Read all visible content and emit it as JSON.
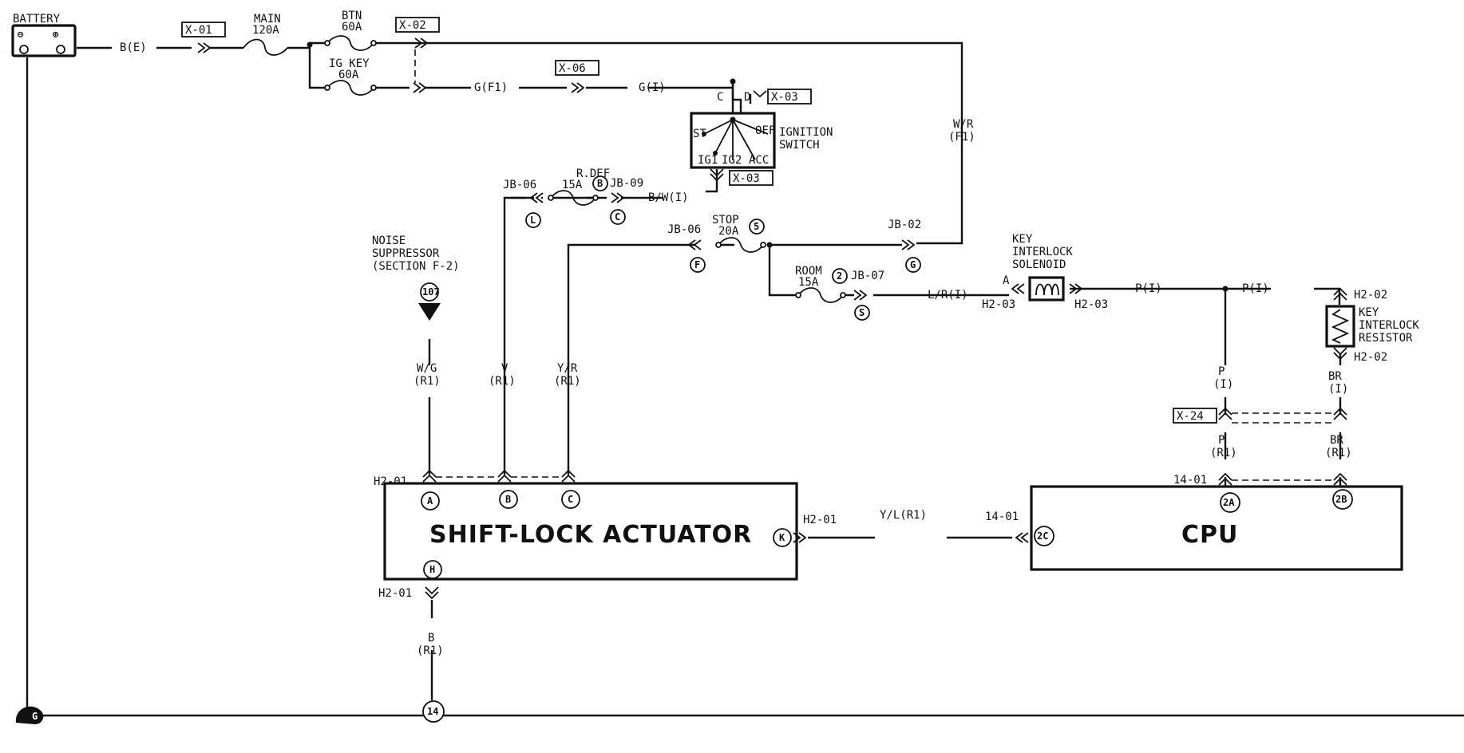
{
  "components": {
    "battery": "BATTERY",
    "battery_minus": "⊖",
    "battery_plus": "⊕",
    "shift_lock": "SHIFT-LOCK ACTUATOR",
    "cpu": "CPU",
    "ignition_switch": [
      "IGNITION",
      "SWITCH"
    ],
    "ign_positions": [
      "ST",
      "OFF",
      "IG1",
      "IG2",
      "ACC"
    ],
    "key_interlock_solenoid": [
      "KEY",
      "INTERLOCK",
      "SOLENOID"
    ],
    "key_interlock_resistor": [
      "KEY",
      "INTERLOCK",
      "RESISTOR"
    ],
    "noise_suppressor": [
      "NOISE",
      "SUPPRESSOR",
      "(SECTION F-2)"
    ]
  },
  "fuses": {
    "main": [
      "MAIN",
      "120A"
    ],
    "btn": [
      "BTN",
      "60A"
    ],
    "ig_key": [
      "IG KEY",
      "60A"
    ],
    "rdef": [
      "R.DEF",
      "15A"
    ],
    "stop": [
      "STOP",
      "20A"
    ],
    "room": [
      "ROOM",
      "15A"
    ]
  },
  "connectors": {
    "x01": "X-01",
    "x02": "X-02",
    "x06": "X-06",
    "x03a": "X-03",
    "x03b": "X-03",
    "x24": "X-24",
    "jb06a": "JB-06",
    "jb09": "JB-09",
    "jb06b": "JB-06",
    "jb02": "JB-02",
    "jb07": "JB-07",
    "h201a": "H2-01",
    "h201b": "H2-01",
    "h201c": "H2-01",
    "h203a": "H2-03",
    "h203b": "H2-03",
    "h202a": "H2-02",
    "h202b": "H2-02",
    "c1401a": "14-01",
    "c1401b": "14-01"
  },
  "wires": {
    "be": "B(E)",
    "gf1": "G(F1)",
    "gi": "G(I)",
    "wr": [
      "W/R",
      "(F1)"
    ],
    "bwi": "B/W(I)",
    "lri": "L/R(I)",
    "pi1": "P(I)",
    "pi2": "P(I)",
    "p_i": [
      "P",
      "(I)"
    ],
    "br_i": [
      "BR",
      "(I)"
    ],
    "p_r1": [
      "P",
      "(R1)"
    ],
    "br_r1": [
      "BR",
      "(R1)"
    ],
    "wg": [
      "W/G",
      "(R1)"
    ],
    "v": [
      "V",
      "(R1)"
    ],
    "yr": [
      "Y/R",
      "(R1)"
    ],
    "yl": "Y/L(R1)",
    "b": [
      "B",
      "(R1)"
    ]
  },
  "pins": {
    "A": "A",
    "B": "B",
    "C": "C",
    "K": "K",
    "H": "H",
    "p2A": "2A",
    "p2B": "2B",
    "p2C": "2C",
    "g14": "14",
    "p107": "107",
    "jbB": "B",
    "jbL": "L",
    "jbC": "C",
    "jb5": "5",
    "jbF": "F",
    "jbG": "G",
    "jb2": "2",
    "jbS": "S",
    "ignC": "C",
    "ignD": "D",
    "solA": "A"
  },
  "ground": "G"
}
